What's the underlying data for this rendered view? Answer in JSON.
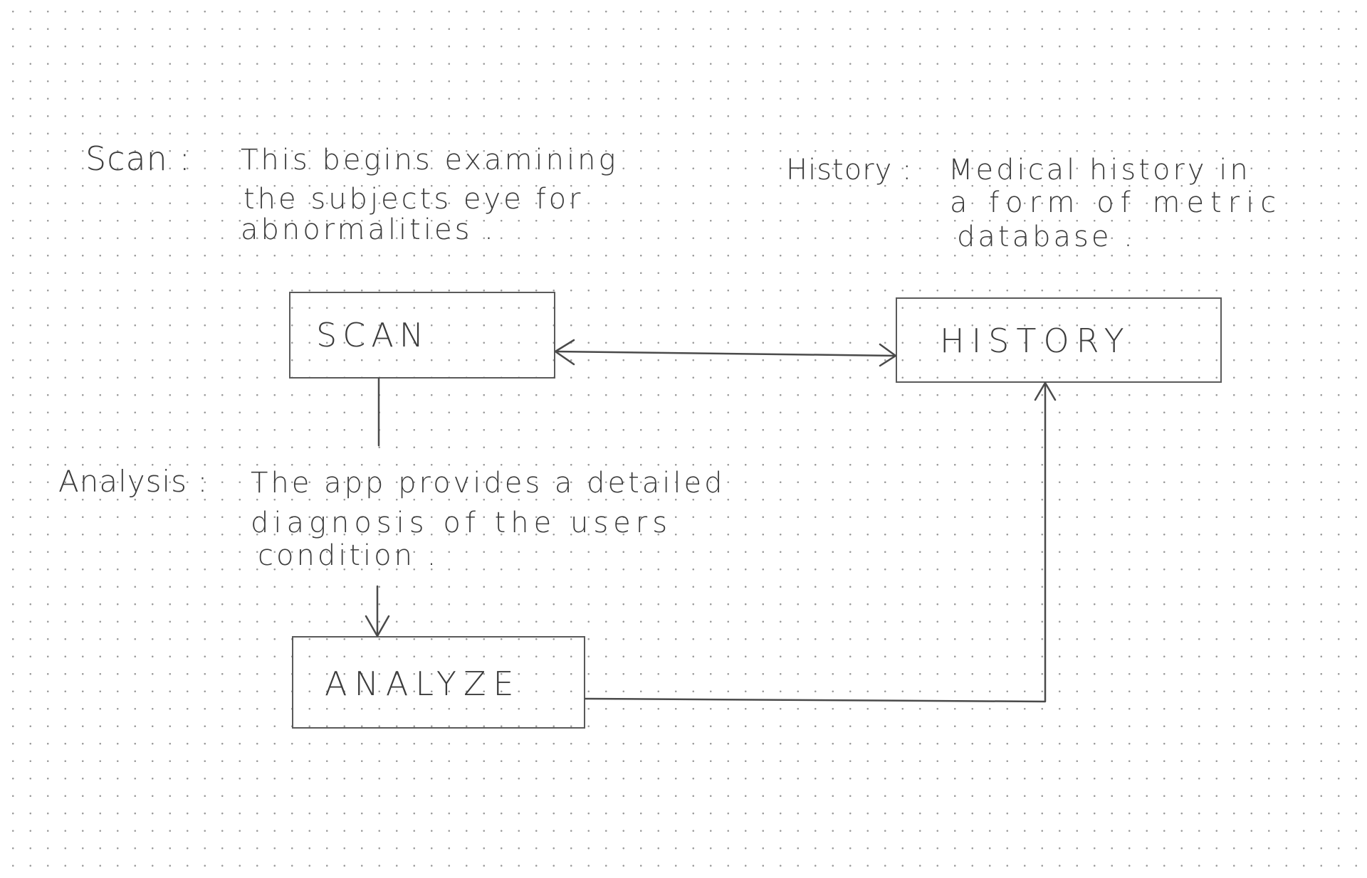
{
  "notes": {
    "scan": {
      "label": "Scan :",
      "lines": [
        "This begins examining",
        "the subjects eye for",
        "abnormalities ."
      ]
    },
    "history": {
      "label": "History :",
      "lines": [
        "Medical history in",
        "a form of metric",
        "database ."
      ]
    },
    "analysis": {
      "label": "Analysis :",
      "lines": [
        "The app provides a detailed",
        "diagnosis of the users",
        "condition ."
      ]
    }
  },
  "boxes": {
    "scan": "SCAN",
    "history": "HISTORY",
    "analyze": "ANALYZE"
  },
  "connections": [
    {
      "from": "SCAN",
      "to": "HISTORY",
      "arrows": "both"
    },
    {
      "from": "SCAN",
      "to": "ANALYZE",
      "arrows": "end"
    },
    {
      "from": "ANALYZE",
      "to": "HISTORY",
      "arrows": "end"
    }
  ]
}
